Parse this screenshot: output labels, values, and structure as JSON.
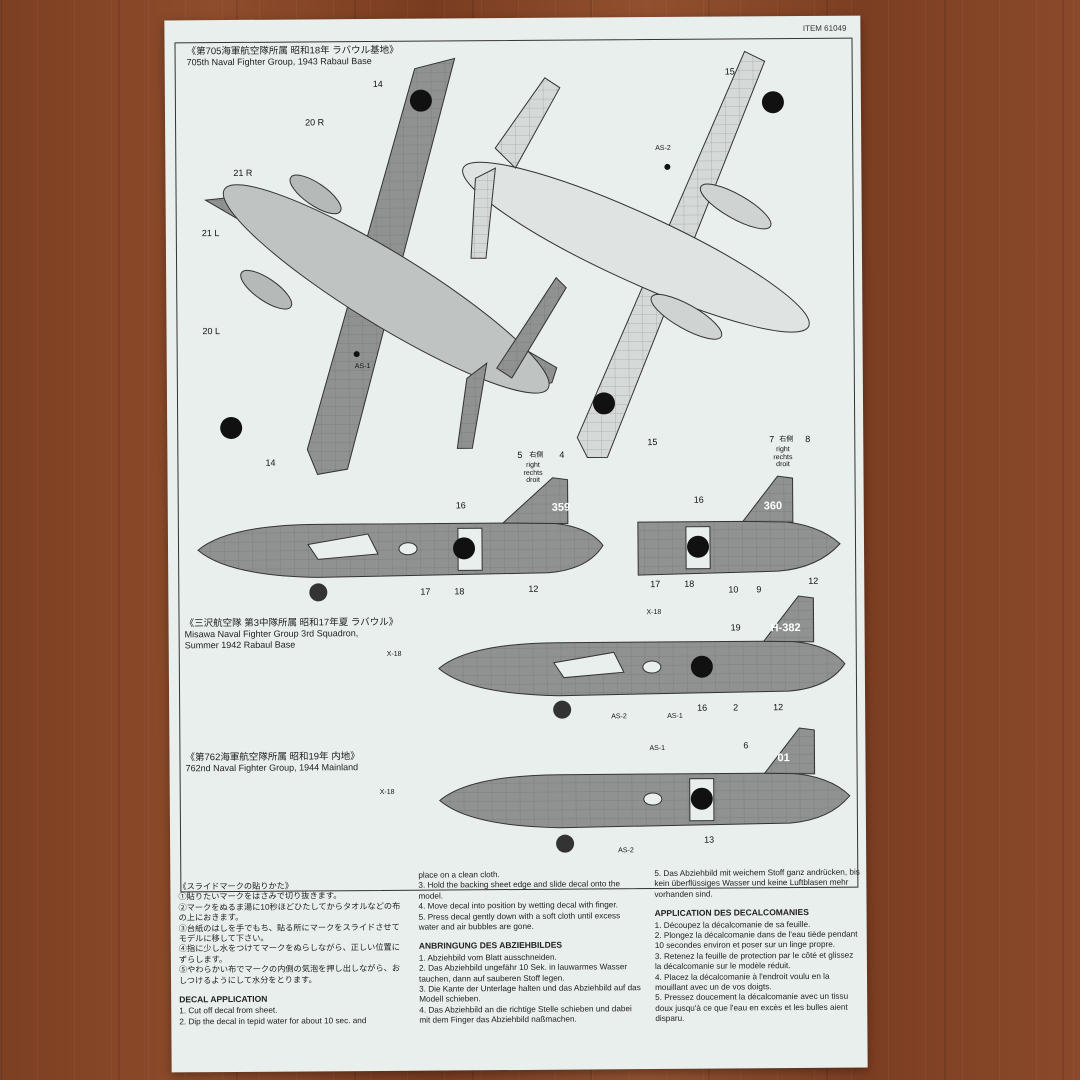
{
  "sheet": {
    "item_number": "ITEM 61049"
  },
  "top_view": {
    "caption_jp": "《第705海軍航空隊所属 昭和18年 ラバウル基地》",
    "caption_en": "705th Naval Fighter Group, 1943 Rabaul Base",
    "labels": [
      "14",
      "20 R",
      "21 R",
      "21 L",
      "20 L",
      "AS-1",
      "14",
      "15",
      "AS-2",
      "15"
    ]
  },
  "side_views": {
    "a_labels": {
      "l5": "5",
      "right_side": "右側",
      "l4": "4",
      "right_note": "right\nrechts\ndroit",
      "l16": "16",
      "l17": "17",
      "l18": "18",
      "l12": "12",
      "tail": "359"
    },
    "b_labels": {
      "l7": "7",
      "right_side": "右側",
      "l8": "8",
      "right_note": "right\nrechts\ndroit",
      "l16": "16",
      "l17": "17",
      "l18": "18",
      "l10": "10",
      "l9": "9",
      "l12": "12",
      "tail": "360"
    },
    "misawa": {
      "caption_jp": "《三沢航空隊 第3中隊所属 昭和17年夏 ラバウル》",
      "caption_en1": "Misawa Naval Fighter Group 3rd Squadron,",
      "caption_en2": "Summer 1942 Rabaul Base",
      "labels": {
        "x18a": "X-18",
        "x18b": "X-18",
        "l19": "19",
        "as2": "AS-2",
        "as1": "AS-1",
        "l16": "16",
        "l2": "2",
        "l12": "12",
        "tail": "H-382"
      }
    },
    "g762": {
      "caption_jp": "《第762海軍航空隊所属 昭和19年 内地》",
      "caption_en": "762nd Naval Fighter Group, 1944 Mainland",
      "labels": {
        "as1": "AS-1",
        "l6": "6",
        "x18": "X-18",
        "l13": "13",
        "as2": "AS-2",
        "tail": "01"
      }
    }
  },
  "instructions": {
    "jp_title": "《スライドマークの貼りかた》",
    "jp_steps": [
      "①貼りたいマークをはさみで切り抜きます。",
      "②マークをぬるま湯に10秒ほどひたしてからタオルなどの布の上におきます。",
      "③台紙のはしを手でもち、貼る所にマークをスライドさせてモデルに移して下さい。",
      "④指に少し水をつけてマークをぬらしながら、正しい位置にずらします。",
      "⑤やわらかい布でマークの内側の気泡を押し出しながら、おしつけるようにして水分をとります。"
    ],
    "en_title": "DECAL APPLICATION",
    "en_steps": [
      "1. Cut off decal from sheet.",
      "2. Dip the decal in tepid water for about 10 sec. and",
      "place on a clean cloth.",
      "3. Hold the backing sheet edge and slide decal onto the model.",
      "4. Move decal into position by wetting decal with finger.",
      "5. Press decal gently down with a soft cloth until excess water and air bubbles are gone."
    ],
    "de_title": "ANBRINGUNG DES ABZIEHBILDES",
    "de_steps": [
      "1. Abziehbild vom Blatt ausschneiden.",
      "2. Das Abziehbild ungefähr 10 Sek. in lauwarmes Wasser tauchen, dann auf sauberen Stoff legen.",
      "3. Die Kante der Unterlage halten und das Abziehbild auf das Modell schieben.",
      "4. Das Abziehbild an die richtige Stelle schieben und dabei mit dem Finger das Abziehbild naßmachen.",
      "5. Das Abziehbild mit weichem Stoff ganz andrücken, bis kein überflüssiges Wasser und keine Luftblasen mehr vorhanden sind."
    ],
    "fr_title": "APPLICATION DES DECALCOMANIES",
    "fr_steps": [
      "1. Découpez la décalcomanie de sa feuille.",
      "2. Plongez la décalcomanie dans de l'eau tiède pendant 10 secondes environ et poser sur un linge propre.",
      "3. Retenez la feuille de protection par le côté et glissez la décalcomanie sur le modèle réduit.",
      "4. Placez la décalcomanie à l'endroit voulu en la mouillant avec un de vos doigts.",
      "5. Pressez doucement la décalcomanie avec un tissu doux jusqu'à ce que l'eau en excès et les bulles aient disparu."
    ]
  }
}
